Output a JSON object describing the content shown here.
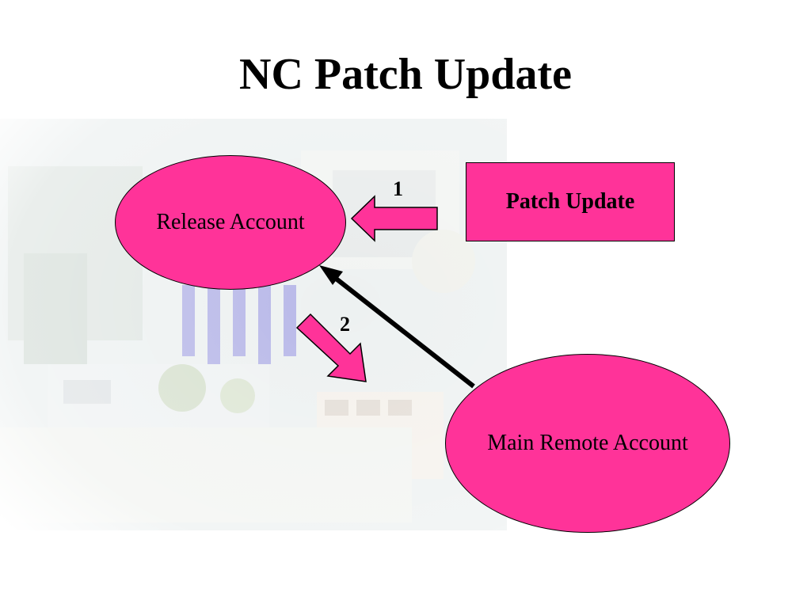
{
  "title": "NC Patch Update",
  "colors": {
    "node_fill": "#ff3399",
    "outline": "#000000",
    "background": "#ffffff"
  },
  "nodes": {
    "release_account": "Release Account",
    "patch_update": "Patch Update",
    "main_remote_account": "Main Remote Account"
  },
  "steps": {
    "step1": "1",
    "step2": "2"
  }
}
